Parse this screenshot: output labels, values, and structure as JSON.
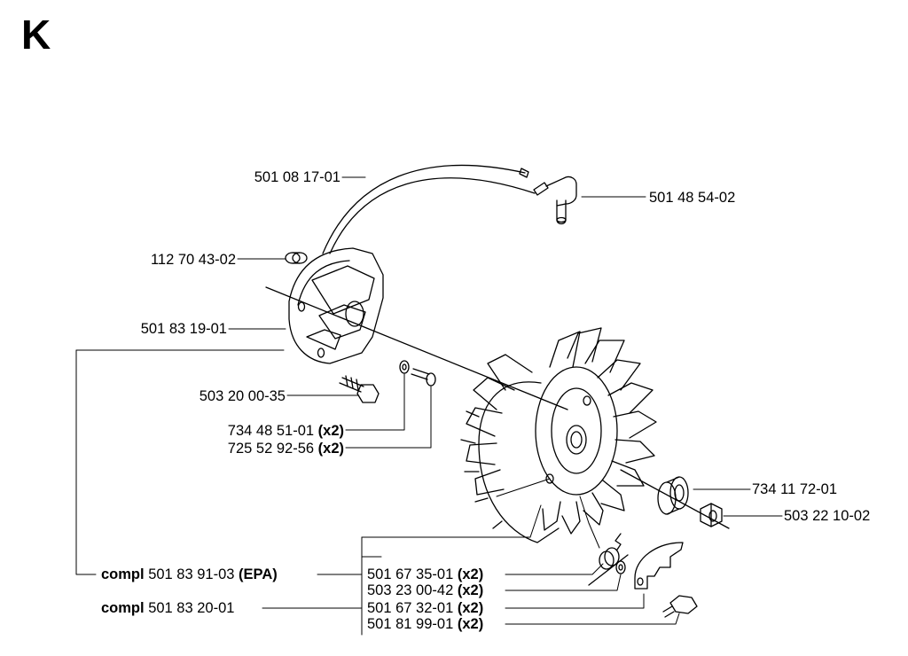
{
  "section_letter": "K",
  "parts": {
    "p1": {
      "number": "501 08 17-01"
    },
    "p2": {
      "number": "501 48 54-02"
    },
    "p3": {
      "number": "112 70 43-02"
    },
    "p4": {
      "number": "501 83 19-01"
    },
    "p5": {
      "number": "503 20 00-35"
    },
    "p6": {
      "number": "734 48 51-01",
      "qty": "(x2)"
    },
    "p7": {
      "number": "725 52 92-56",
      "qty": "(x2)"
    },
    "p8": {
      "number": "734 11 72-01"
    },
    "p9": {
      "number": "503 22 10-02"
    },
    "p10": {
      "prefix": "compl",
      "number": "501 83 91-03",
      "suffix": "(EPA)"
    },
    "p11": {
      "prefix": "compl",
      "number": "501 83 20-01"
    },
    "p12": {
      "number": "501 67 35-01",
      "qty": "(x2)"
    },
    "p13": {
      "number": "503 23 00-42",
      "qty": "(x2)"
    },
    "p14": {
      "number": "501 67 32-01",
      "qty": "(x2)"
    },
    "p15": {
      "number": "501 81 99-01",
      "qty": "(x2)"
    }
  }
}
